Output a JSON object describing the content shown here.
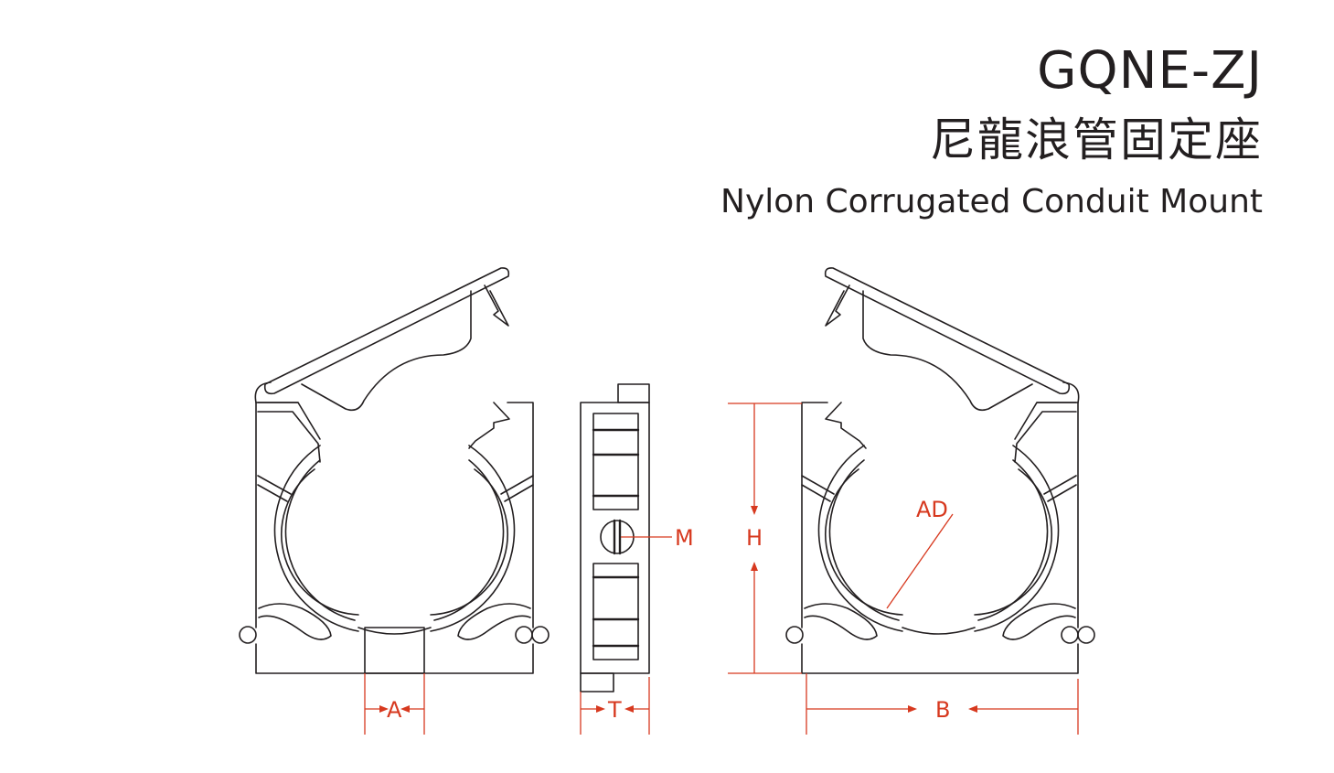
{
  "header": {
    "model": "GQNE-ZJ",
    "name_cn": "尼龍浪管固定座",
    "name_en": "Nylon Corrugated Conduit Mount"
  },
  "dimensions": {
    "A": "A",
    "T": "T",
    "M": "M",
    "H": "H",
    "B": "B",
    "AD": "AD"
  },
  "colors": {
    "line": "#231f20",
    "dimension": "#d7391f"
  }
}
